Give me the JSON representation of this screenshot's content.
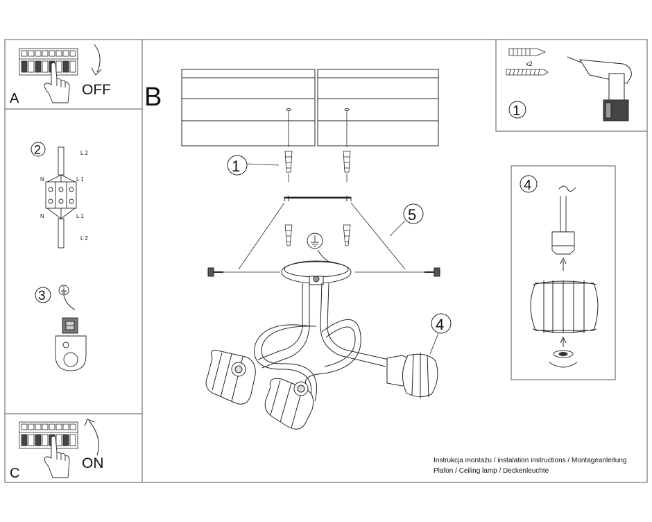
{
  "panels": {
    "a": {
      "letter": "A",
      "action": "OFF"
    },
    "b": {
      "letter": "B"
    },
    "c": {
      "letter": "C",
      "action": "ON"
    }
  },
  "tools": {
    "step": "1",
    "quantity": "x2"
  },
  "wiring": {
    "step": "2",
    "labels": {
      "n": "N",
      "l1": "L 1",
      "l2": "L 2"
    }
  },
  "ground_step": {
    "step": "3"
  },
  "mounting": {
    "callout_screws": "1",
    "callout_canopy": "5",
    "callout_shade": "4"
  },
  "shade_detail": {
    "step": "4"
  },
  "caption": {
    "line1": "Instrukcja montażu / instalation instructions / Montageanleitung",
    "line2": "Plafon / Ceiling lamp / Deckenleuchte"
  },
  "colors": {
    "ink": "#111111",
    "paper": "#ffffff",
    "frame": "#555555"
  }
}
